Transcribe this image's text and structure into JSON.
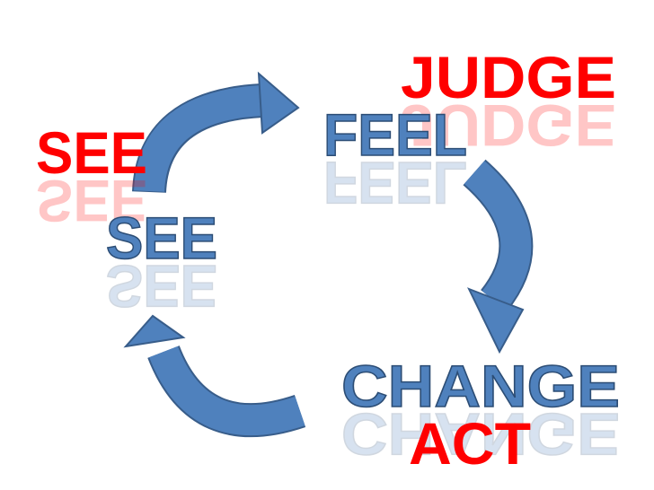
{
  "labels": {
    "see_red": "SEE",
    "see_blue": "SEE",
    "judge_red": "JUDGE",
    "feel_blue": "FEEL",
    "change_blue": "CHANGE",
    "act_red": "ACT"
  },
  "colors": {
    "red": "#ff0000",
    "blue": "#4f81bd",
    "arrow": "#4f81bd",
    "arrow_outline": "#385d8a"
  }
}
